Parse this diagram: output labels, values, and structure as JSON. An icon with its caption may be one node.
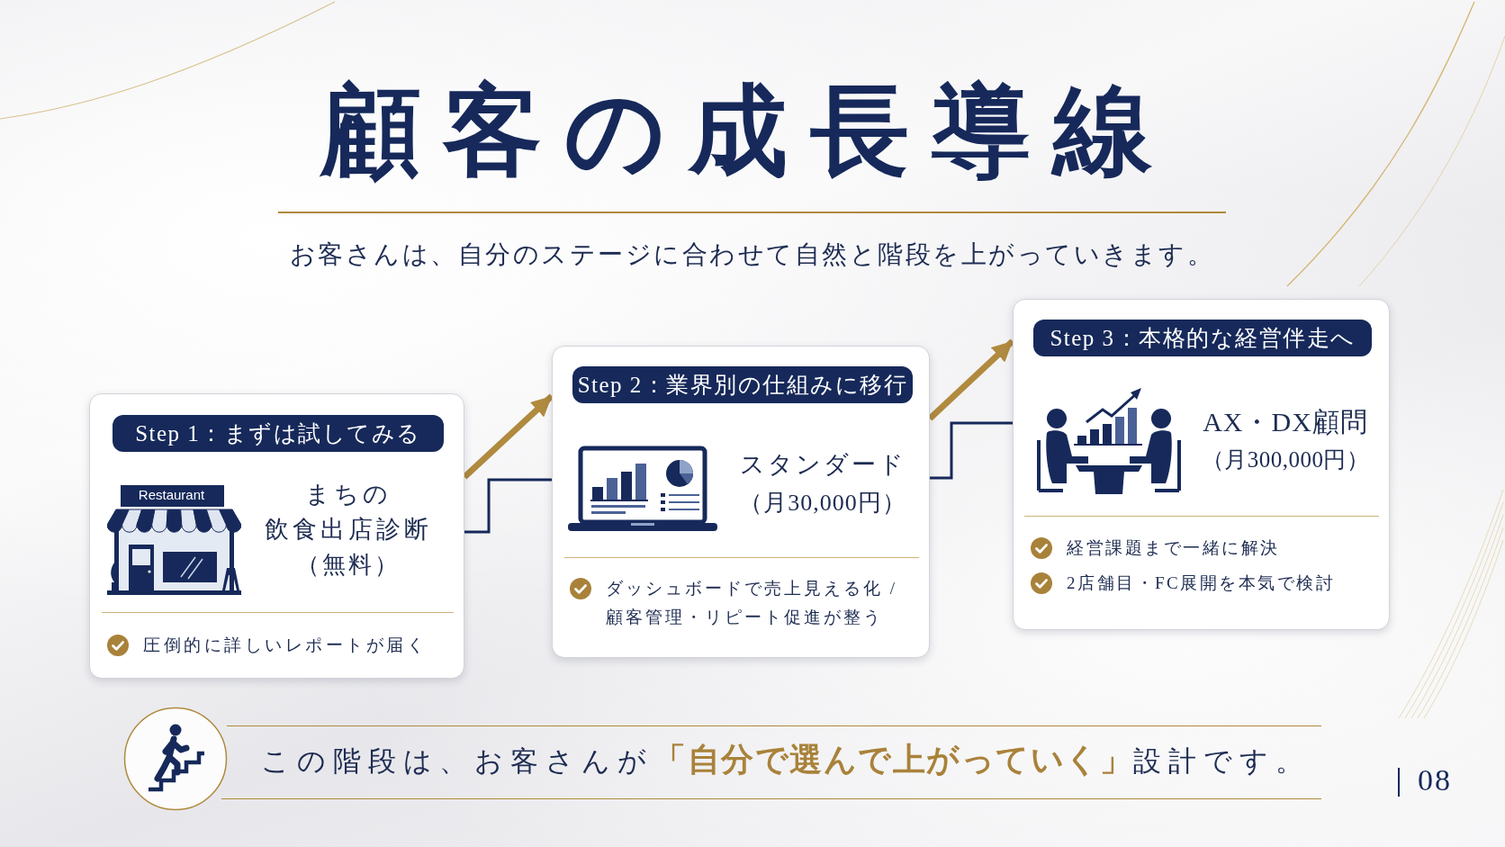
{
  "diagram": {
    "title": "顧客の成長導線",
    "nodes": [
      {
        "text": [
          "まちの飲食出店診断",
          "（無料）",
          "圧倒的に詳しいレポートが届く"
        ]
      },
      {
        "text": [
          "Step 1：まずは試してみる"
        ],
        "in": 0
      },
      {
        "text": [
          "スタンダード",
          "（月30,000円）",
          "ダッシュボードで売上見える化 / 顧客管理・リピート促進が整う"
        ]
      },
      {
        "text": [
          "Step 2：業界別の仕組みに移行"
        ],
        "in": 2
      },
      {
        "text": [
          "AX・DX顧問",
          "（月300,000円）",
          "経営課題まで一緒に解決",
          "2店舗目・FC展開を本気で検討"
        ]
      },
      {
        "text": [
          "Step 3：本格的な経営伴走へ"
        ],
        "in": 4
      }
    ],
    "edges": [
      {
        "from": 0,
        "to": 2,
        "arrow": "none"
      },
      {
        "from": 0,
        "to": 2,
        "arrow": "to",
        "style": "thick",
        "color": "#b08a3e"
      },
      {
        "from": 2,
        "to": 4,
        "arrow": "none"
      },
      {
        "from": 2,
        "to": 4,
        "arrow": "to",
        "style": "thick",
        "color": "#b08a3e"
      }
    ],
    "labels": [
      "お客さんは、自分のステージに合わせて自然と階段を上がっていきます。",
      "Restaurant",
      "この階段は、お客さんが**「自分で選んで上がっていく」**設計です。",
      "08"
    ]
  }
}
